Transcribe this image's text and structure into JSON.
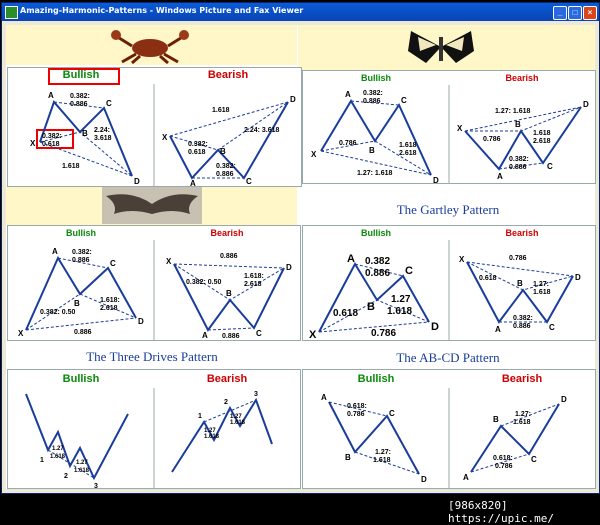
{
  "window": {
    "title": "Amazing-Harmonic-Patterns - Windows Picture and Fax Viewer",
    "buttons": {
      "minimize": "_",
      "maximize": "□",
      "close": "×"
    }
  },
  "patterns": {
    "crab": {
      "bullish": "Bullish",
      "bearish": "Bearish"
    },
    "butterfly": {
      "bullish": "Bullish",
      "bearish": "Bearish"
    },
    "bat": {
      "bullish": "Bullish",
      "bearish": "Bearish"
    },
    "gartley": {
      "title": "The Gartley Pattern",
      "bullish": "Bullish",
      "bearish": "Bearish"
    },
    "three_drives": {
      "title": "The Three Drives Pattern",
      "bullish": "Bullish",
      "bearish": "Bearish"
    },
    "abcd": {
      "title": "The AB-CD Pattern",
      "bullish": "Bullish",
      "bearish": "Bearish"
    }
  },
  "footer": "[986x820] https://upic.me/"
}
